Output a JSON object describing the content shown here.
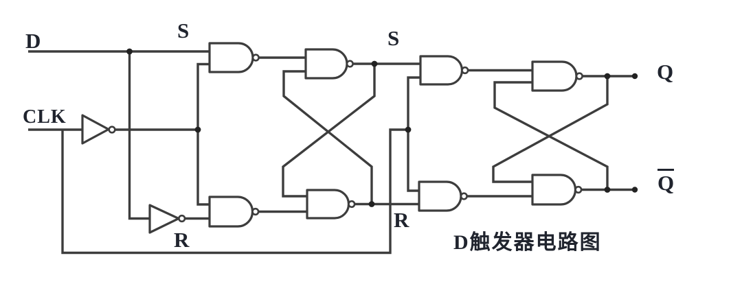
{
  "caption": "D触发器电路图",
  "labels": {
    "d_input": "D",
    "clk_input": "CLK",
    "s_first": "S",
    "s_second": "S",
    "r_first": "R",
    "r_second": "R",
    "q_output": "Q",
    "q_bar_output": "Q"
  },
  "components": [
    {
      "id": "clk-inverter",
      "type": "inverter"
    },
    {
      "id": "d-inverter",
      "type": "inverter"
    },
    {
      "id": "nand-1",
      "type": "nand-gate"
    },
    {
      "id": "nand-2",
      "type": "nand-gate"
    },
    {
      "id": "nand-3",
      "type": "nand-gate"
    },
    {
      "id": "nand-4",
      "type": "nand-gate"
    },
    {
      "id": "nand-5",
      "type": "nand-gate"
    },
    {
      "id": "nand-6",
      "type": "nand-gate"
    },
    {
      "id": "nand-7",
      "type": "nand-gate"
    },
    {
      "id": "nand-8",
      "type": "nand-gate"
    }
  ],
  "colors": {
    "wire": "#3d3d3d",
    "text": "#20242e",
    "background": "#ffffff"
  }
}
